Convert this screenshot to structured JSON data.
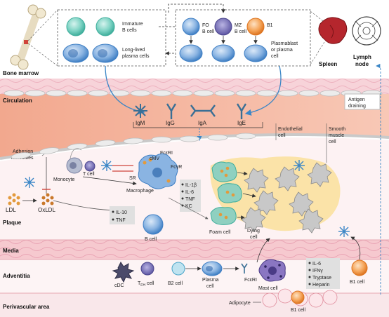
{
  "regions": {
    "bone_marrow": "Bone marrow",
    "circulation": "Circulation",
    "plaque": "Plaque",
    "media": "Media",
    "adventitia": "Adventitia",
    "perivascular": "Perivascular area"
  },
  "top": {
    "immature": "Immature",
    "b_cells": "B cells",
    "long_lived": "Long-lived",
    "plasma_cells": "plasma cells",
    "fo": "FO",
    "mz": "MZ",
    "b1": "B1",
    "b_cell": "B cell",
    "plasmablast": "Plasmablast",
    "or_plasma": "or plasma",
    "cell": "cell",
    "spleen": "Spleen",
    "lymph": "Lymph",
    "node": "node"
  },
  "antigen": {
    "l1": "Antigen",
    "l2": "draining"
  },
  "antibodies": {
    "igm": "IgM",
    "igg": "IgG",
    "iga": "IgA",
    "ige": "IgE"
  },
  "vessel": {
    "endothelial_1": "Endothelial",
    "endothelial_2": "cell",
    "smooth_1": "Smooth",
    "smooth_2": "muscle",
    "smooth_3": "cell",
    "adhesion_1": "Adhesion",
    "adhesion_2": "molecules"
  },
  "plaque": {
    "t_cell": "T cell",
    "monocyte": "Monocyte",
    "cmv": "cMV",
    "fceri": "FcεRI",
    "fcgr": "FcγR",
    "sr": "SR",
    "macrophage": "Macrophage",
    "ldl": "LDL",
    "oxldl": "OxLDL",
    "cytokines": [
      "IL-1β",
      "IL-6",
      "TNF",
      "KC"
    ],
    "bcell_factors": [
      "IL-10",
      "TNF"
    ],
    "b_cell": "B cell",
    "foam_cell": "Foam cell",
    "dying_1": "Dying",
    "dying_2": "cell"
  },
  "adventitia": {
    "cdc": "cDC",
    "tfh": "T",
    "tfh_sub": "FH",
    "tfh_cell": "cell",
    "b2_cell": "B2 cell",
    "plasma_1": "Plasma",
    "plasma_2": "cell",
    "fceri": "FcεRI",
    "mast_cell": "Mast cell",
    "mast_factors": [
      "IL-6",
      "IFNγ",
      "Tryptase",
      "Heparin"
    ],
    "b1_cell": "B1 cell"
  },
  "perivascular": {
    "adipocyte": "Adipocyte",
    "b1_cell": "B1 cell"
  },
  "colors": {
    "teal": "#5fc8b7",
    "blue": "#3f7fc4",
    "purple": "#5d56a3",
    "orange": "#f08a2c",
    "pink_band": "#f6c9cf",
    "circulation": "#f4b7a1",
    "plaque_yellow": "#fbe3a8",
    "factor_box": "#e0e0e0"
  }
}
